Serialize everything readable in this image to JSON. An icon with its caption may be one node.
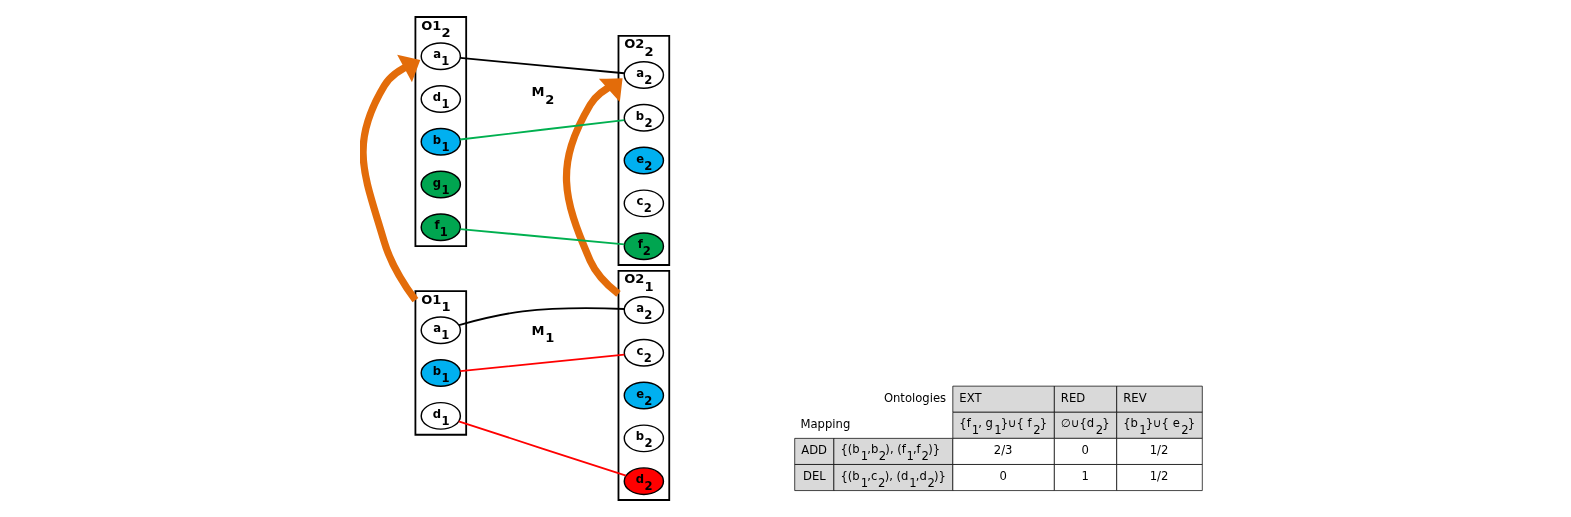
{
  "diagram": {
    "nodes": [
      {
        "text": [
          "O1$_{1}$"
        ]
      },
      {
        "text": [
          "a$_{1}$"
        ],
        "in": 0
      },
      {
        "text": [
          "b$_{1}$"
        ],
        "in": 0
      },
      {
        "text": [
          "d$_{1}$"
        ],
        "in": 0
      },
      {
        "text": [
          "O2$_{1}$"
        ]
      },
      {
        "text": [
          "a$_{2}$"
        ],
        "in": 4
      },
      {
        "text": [
          "c$_{2}$"
        ],
        "in": 4
      },
      {
        "text": [
          "e$_{2}$"
        ],
        "in": 4
      },
      {
        "text": [
          "b$_{2}$"
        ],
        "in": 4
      },
      {
        "text": [
          "d$_{2}$"
        ],
        "in": 4
      },
      {
        "text": [
          "O1$_{2}$"
        ]
      },
      {
        "text": [
          "a$_{1}$"
        ],
        "in": 10
      },
      {
        "text": [
          "d$_{1}$"
        ],
        "in": 10
      },
      {
        "text": [
          "b$_{1}$"
        ],
        "in": 10
      },
      {
        "text": [
          "g$_{1}$"
        ],
        "in": 10
      },
      {
        "text": [
          "f$_{1}$"
        ],
        "in": 10
      },
      {
        "text": [
          "O2$_{2}$"
        ]
      },
      {
        "text": [
          "a$_{2}$"
        ],
        "in": 16
      },
      {
        "text": [
          "b$_{2}$"
        ],
        "in": 16
      },
      {
        "text": [
          "e$_{2}$"
        ],
        "in": 16
      },
      {
        "text": [
          "c$_{2}$"
        ],
        "in": 16
      },
      {
        "text": [
          "f$_{2}$"
        ],
        "in": 16
      }
    ],
    "edges": [
      {
        "from": 1,
        "to": 5,
        "arrow": "none"
      },
      {
        "from": 2,
        "to": 6,
        "arrow": "none",
        "color": "#ff0000"
      },
      {
        "from": 3,
        "to": 9,
        "arrow": "none",
        "color": "#ff0000"
      },
      {
        "from": 0,
        "to": 10,
        "arrow": "to",
        "style": "thick",
        "color": "#e36c0a"
      },
      {
        "from": 4,
        "to": 16,
        "arrow": "to",
        "style": "thick",
        "color": "#e36c0a"
      },
      {
        "from": 11,
        "to": 17,
        "arrow": "none"
      },
      {
        "from": 13,
        "to": 18,
        "arrow": "none",
        "color": "#00b050"
      },
      {
        "from": 15,
        "to": 21,
        "arrow": "none",
        "color": "#00b050"
      }
    ],
    "labels": [
      "M$_{1}$",
      "M$_{2}$",
      "Ontologies",
      "EXT",
      "RED",
      "REV",
      "Mapping",
      "{f$_{1}$, g$_{1}$}∪{ f$_{2}$}",
      "∅∪{d$_{2}$}",
      "{b$_{1}$}∪{ e$_{2}$}",
      "ADD",
      "{(b$_{1}$,b$_{2}$), (f$_{1}$,f$_{2}$)}",
      "2/3",
      "0",
      "1/2",
      "DEL",
      "{(b$_{1}$,c$_{2}$), (d$_{1}$,d$_{2}$)}",
      "0",
      "1",
      "1/2"
    ]
  }
}
